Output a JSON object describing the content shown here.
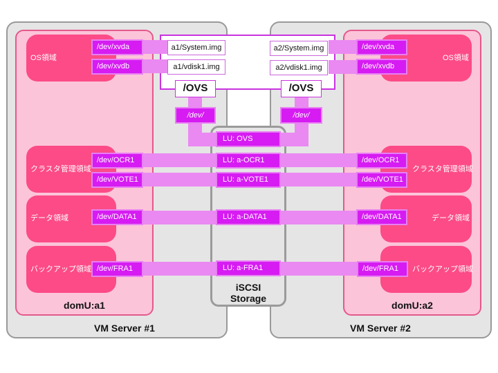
{
  "servers": [
    {
      "label": "VM Server #1"
    },
    {
      "label": "VM Server #2"
    }
  ],
  "domus": [
    {
      "label": "domU:a1"
    },
    {
      "label": "domU:a2"
    }
  ],
  "areas": {
    "os": "OS領域",
    "cluster": "クラスタ管理領域",
    "data": "データ領域",
    "backup": "バックアップ領域"
  },
  "left_devices": {
    "xvda": "/dev/xvda",
    "xvdb": "/dev/xvdb",
    "ocr": "/dev/OCR1",
    "vote": "/dev/VOTE1",
    "data": "/dev/DATA1",
    "fra": "/dev/FRA1"
  },
  "right_devices": {
    "xvda": "/dev/xvda",
    "xvdb": "/dev/xvdb",
    "ocr": "/dev/OCR1",
    "vote": "/dev/VOTE1",
    "data": "/dev/DATA1",
    "fra": "/dev/FRA1"
  },
  "ovs": {
    "left_images": [
      "a1/System.img",
      "a1/vdisk1.img"
    ],
    "right_images": [
      "a2/System.img",
      "a2/vdisk1.img"
    ],
    "left_label": "/OVS",
    "right_label": "/OVS",
    "left_dev": "/dev/",
    "right_dev": "/dev/"
  },
  "storage": {
    "lus": [
      "LU: OVS",
      "LU: a-OCR1",
      "LU: a-VOTE1",
      "LU: a-DATA1",
      "LU: a-FRA1"
    ],
    "label_line1": "iSCSI",
    "label_line2": "Storage"
  },
  "colors": {
    "server_bg": "#e5e5e5",
    "domu_bg": "#fcc4d9",
    "area_bg": "#fc4b87",
    "device_bg": "#d61cf2",
    "connector": "#ea89f2"
  }
}
